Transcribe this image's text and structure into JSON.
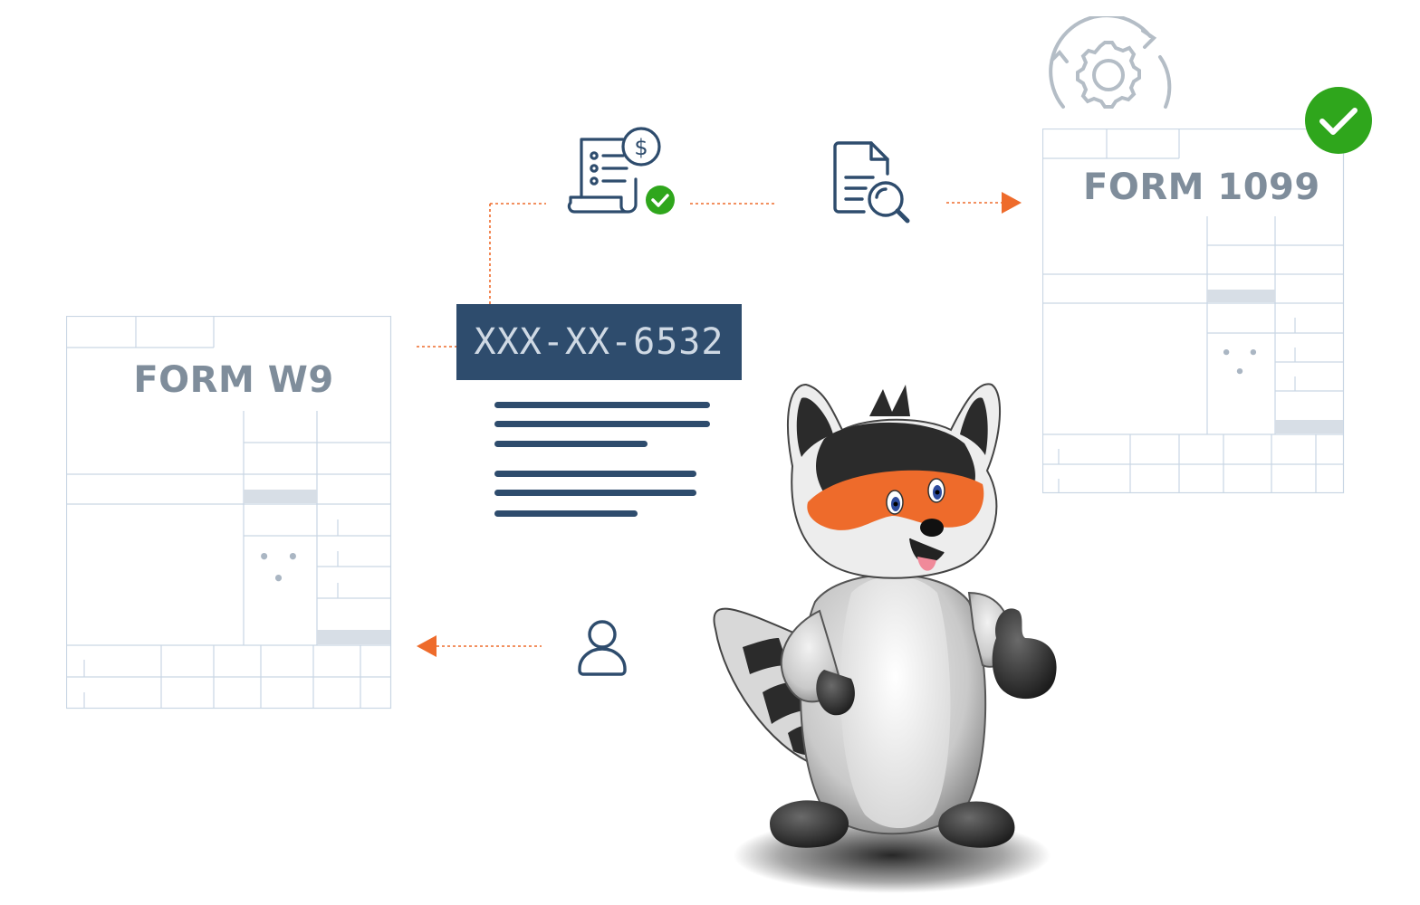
{
  "forms": {
    "w9_title": "FORM W9",
    "f1099_title": "FORM 1099",
    "w9_dots": "• • •",
    "f1099_dots": "• • •"
  },
  "ssn": {
    "masked_value": "XXX-XX-6532"
  },
  "icons": {
    "invoice": "invoice-dollar-check-icon",
    "doc_search": "document-search-icon",
    "gear_sync": "gear-sync-icon",
    "check_badge": "green-check-badge-icon",
    "user": "user-icon",
    "mascot": "raccoon-mascot"
  },
  "colors": {
    "navy": "#2e4c6d",
    "orange": "#ee6b2b",
    "green": "#2fa61c",
    "form_line": "#c9d6e4",
    "form_title": "#7f8d9b",
    "gear_gray": "#b4bdc6"
  }
}
